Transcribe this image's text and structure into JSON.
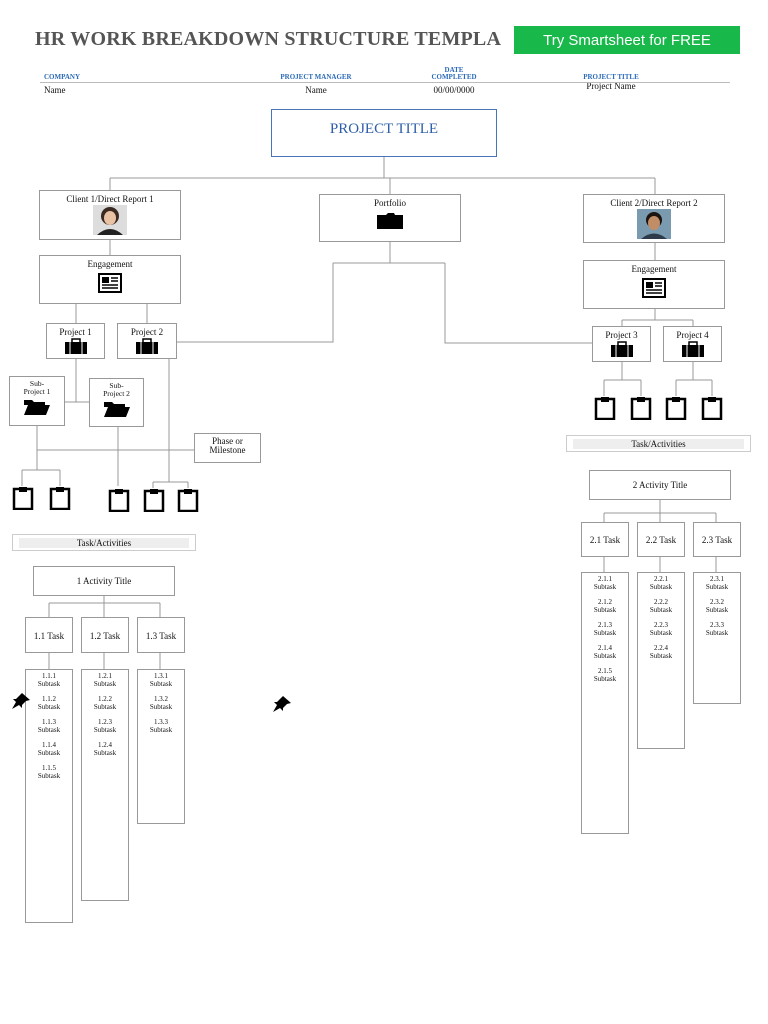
{
  "header": {
    "title": "HR WORK BREAKDOWN STRUCTURE TEMPLA",
    "cta_label": "Try Smartsheet for FREE",
    "company_label": "COMPANY",
    "company_value": "Name",
    "manager_label": "PROJECT MANAGER",
    "manager_value": "Name",
    "date_label_1": "DATE",
    "date_label_2": "COMPLETED",
    "date_value": "00/00/0000",
    "ptitle_label": "PROJECT TITLE",
    "ptitle_value": "Project Name"
  },
  "project_title": "PROJECT TITLE",
  "nodes": {
    "client1": "Client 1/Direct Report 1",
    "portfolio": "Portfolio",
    "client2": "Client 2/Direct Report 2",
    "engagement1": "Engagement",
    "engagement2": "Engagement",
    "project1": "Project 1",
    "project2": "Project 2",
    "project3": "Project 3",
    "project4": "Project 4",
    "subproject1_a": "Sub-",
    "subproject1_b": "Project 1",
    "subproject2_a": "Sub-",
    "subproject2_b": "Project 2",
    "phase_a": "Phase or",
    "phase_b": "Milestone"
  },
  "left": {
    "tasks_label": "Task/Activities",
    "activity": "1 Activity Title",
    "tasks": [
      "1.1 Task",
      "1.2 Task",
      "1.3 Task"
    ],
    "subtasks": [
      [
        "1.1.1",
        "1.1.2",
        "1.1.3",
        "1.1.4",
        "1.1.5"
      ],
      [
        "1.2.1",
        "1.2.2",
        "1.2.3",
        "1.2.4"
      ],
      [
        "1.3.1",
        "1.3.2",
        "1.3.3"
      ]
    ]
  },
  "right": {
    "tasks_label": "Task/Activities",
    "activity": "2 Activity Title",
    "tasks": [
      "2.1 Task",
      "2.2 Task",
      "2.3 Task"
    ],
    "subtasks": [
      [
        "2.1.1",
        "2.1.2",
        "2.1.3",
        "2.1.4",
        "2.1.5"
      ],
      [
        "2.2.1",
        "2.2.2",
        "2.2.3",
        "2.2.4"
      ],
      [
        "2.3.1",
        "2.3.2",
        "2.3.3"
      ]
    ]
  },
  "subtask_word": "Subtask"
}
